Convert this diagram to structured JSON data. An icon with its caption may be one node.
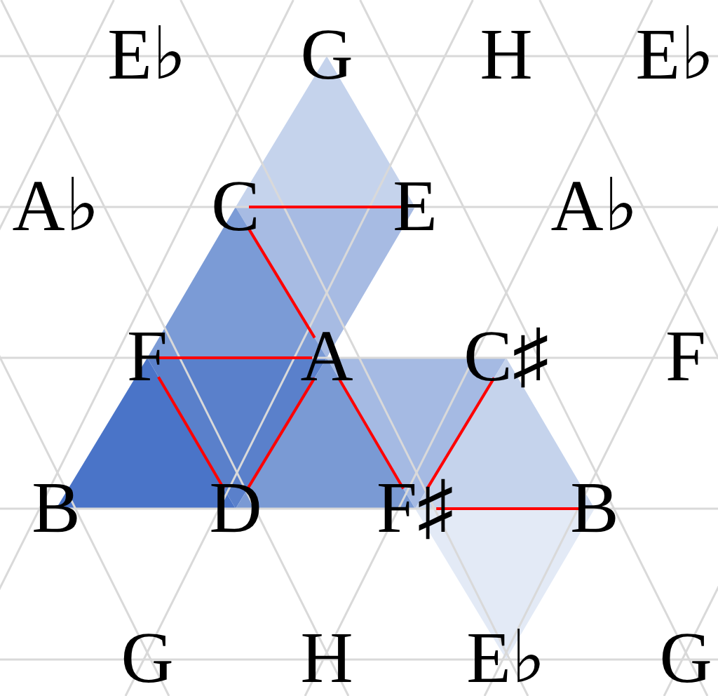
{
  "diagram": {
    "nodes": [
      {
        "text": [
          "C"
        ]
      },
      {
        "text": [
          "E"
        ]
      },
      {
        "text": [
          "F"
        ]
      },
      {
        "text": [
          "A"
        ]
      },
      {
        "text": [
          "C♯"
        ]
      },
      {
        "text": [
          "D"
        ]
      },
      {
        "text": [
          "F♯"
        ]
      },
      {
        "text": [
          "B"
        ]
      }
    ],
    "edges": [
      {
        "from": 0,
        "to": 1,
        "arrow": "none",
        "color": "#ff0000"
      },
      {
        "from": 0,
        "to": 3,
        "arrow": "none",
        "color": "#ff0000"
      },
      {
        "from": 2,
        "to": 3,
        "arrow": "none",
        "color": "#ff0000"
      },
      {
        "from": 2,
        "to": 5,
        "arrow": "none",
        "color": "#ff0000"
      },
      {
        "from": 5,
        "to": 3,
        "arrow": "none",
        "color": "#ff0000"
      },
      {
        "from": 3,
        "to": 6,
        "arrow": "none",
        "color": "#ff0000"
      },
      {
        "from": 6,
        "to": 4,
        "arrow": "none",
        "color": "#ff0000"
      },
      {
        "from": 6,
        "to": 7,
        "arrow": "none",
        "color": "#ff0000"
      }
    ],
    "labels": [
      "E♭",
      "G",
      "H",
      "E♭",
      "A♭",
      "A♭",
      "F",
      "B",
      "G",
      "H",
      "E♭",
      "G"
    ]
  }
}
